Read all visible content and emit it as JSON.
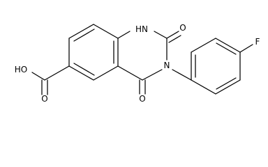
{
  "molecule": {
    "atoms": {
      "nh": "HN",
      "o_top": "O",
      "n_imide": "N",
      "o_bottom": "O",
      "fluorine": "F",
      "hydroxyl": "HO",
      "o_acid": "O"
    }
  }
}
